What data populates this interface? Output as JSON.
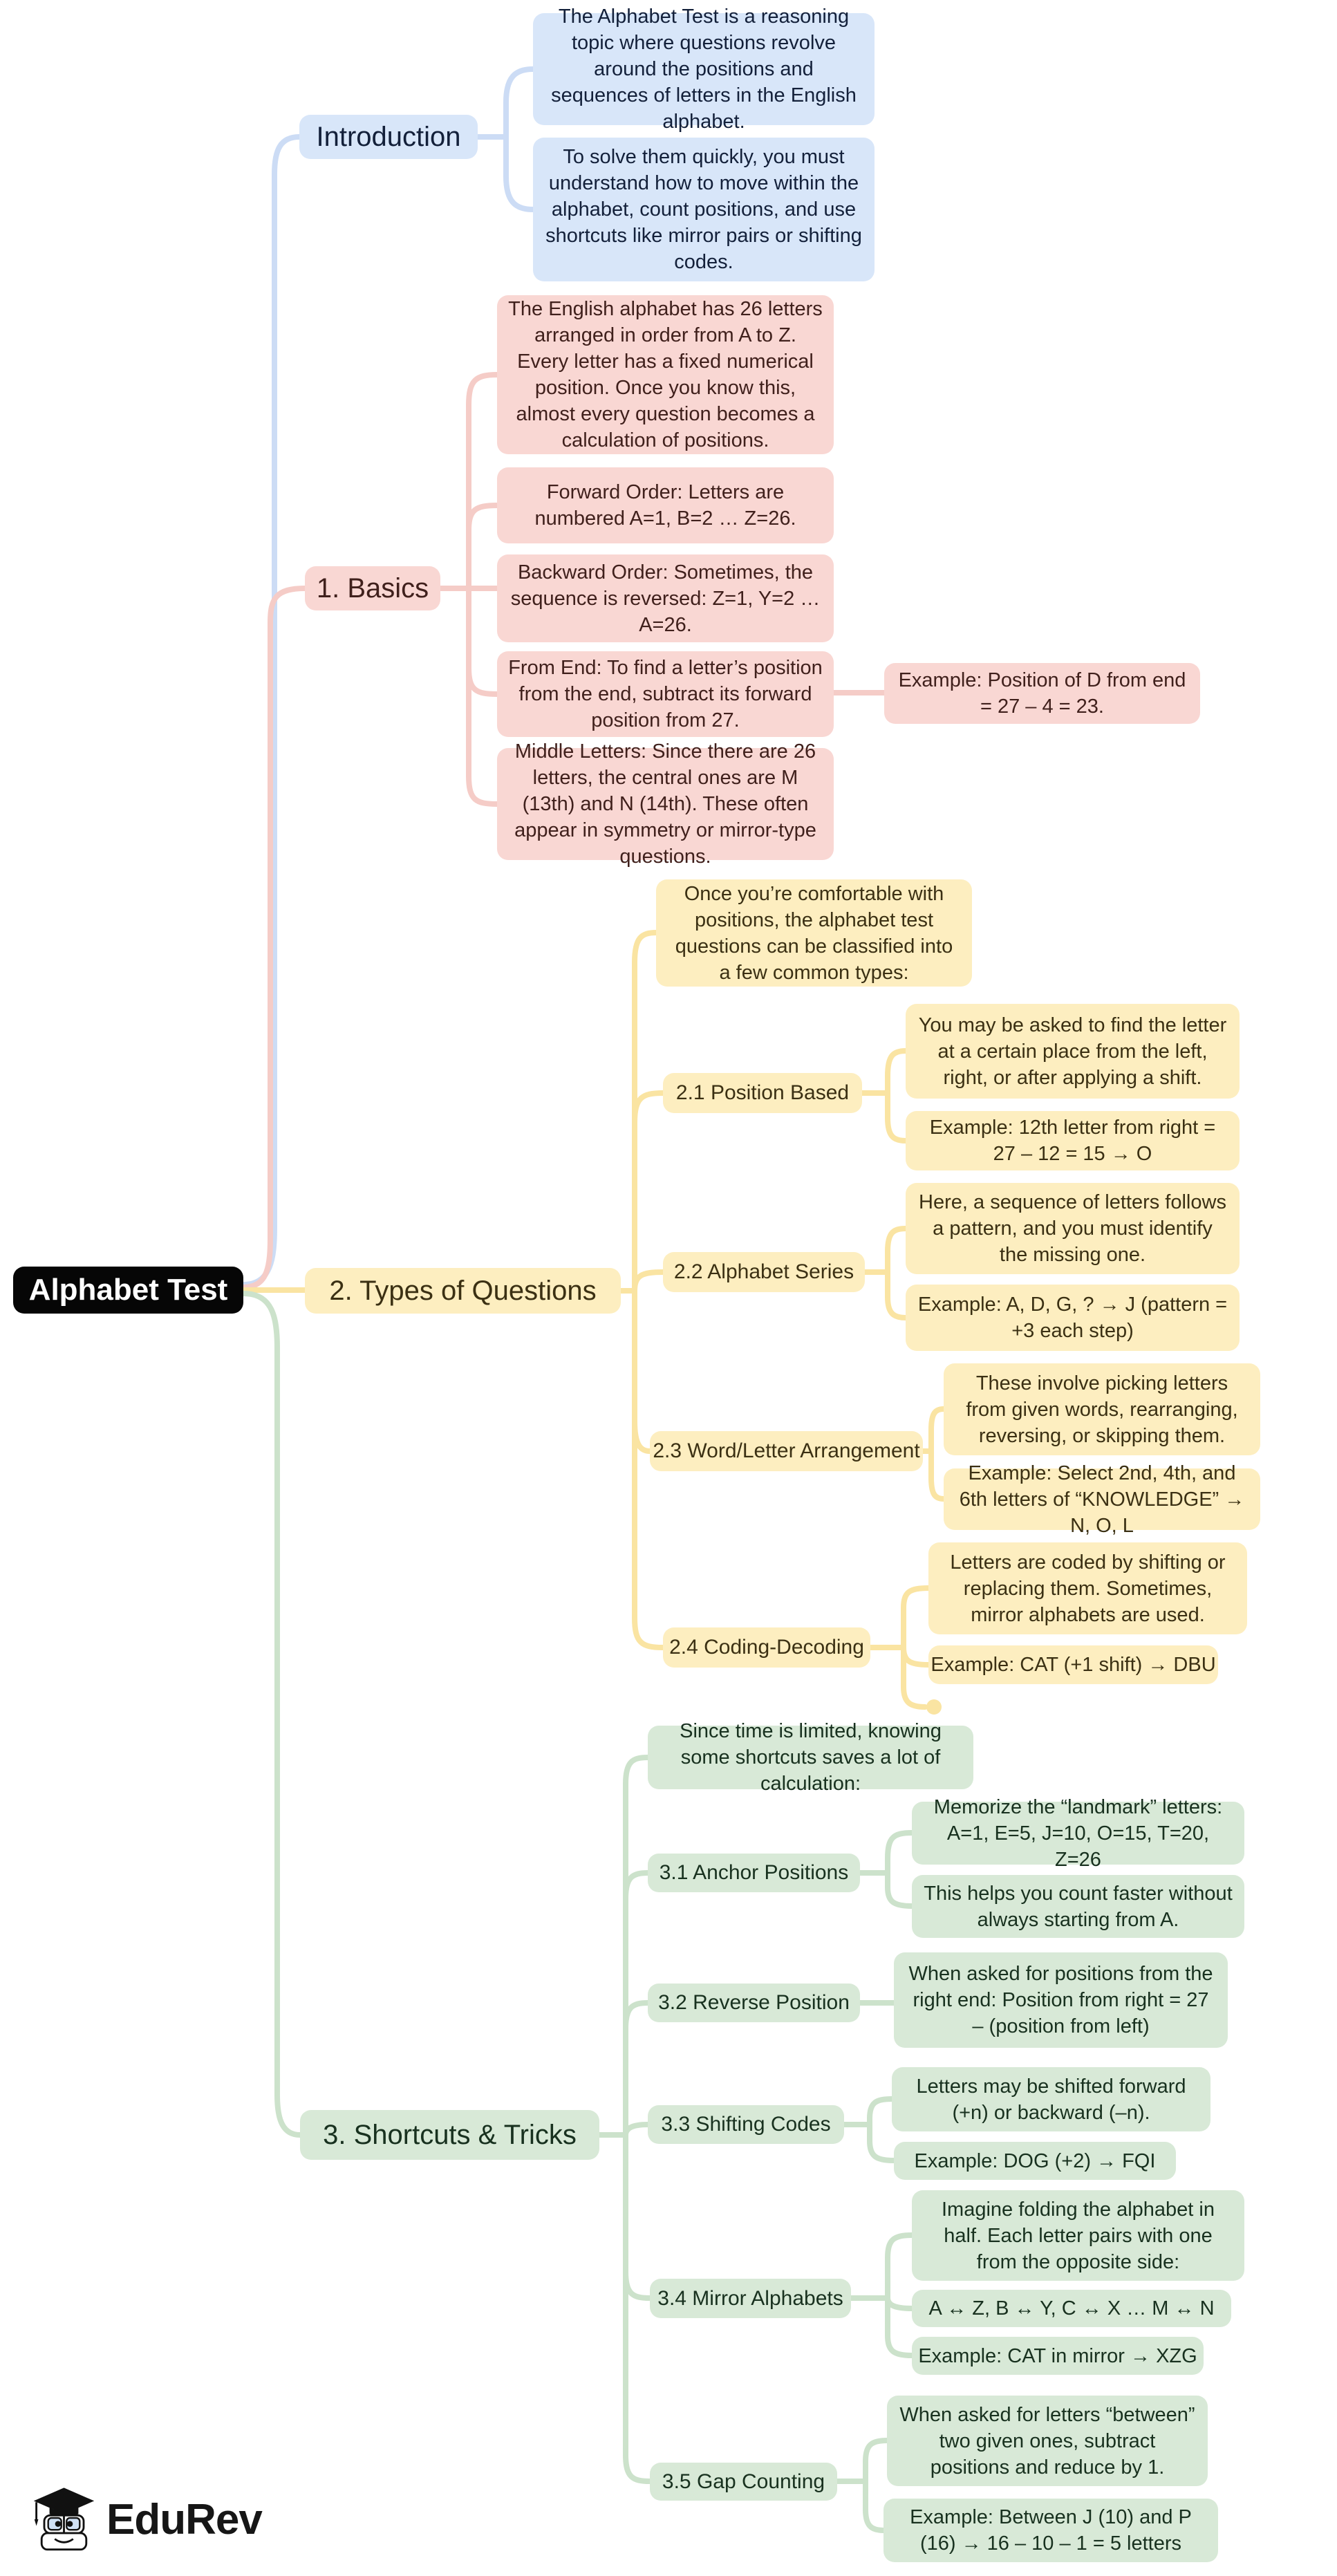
{
  "colors": {
    "root_bg": "#060606",
    "root_text": "#ffffff",
    "blue_fill": "#d8e6f9",
    "blue_line": "#ccdcf5",
    "blue_text": "#13203a",
    "pink_fill": "#f9d7d3",
    "pink_line": "#f5ccc7",
    "pink_text": "#40201c",
    "yellow_fill": "#fdeec0",
    "yellow_line": "#fae4a2",
    "yellow_text": "#3b3013",
    "green_fill": "#d8e9d7",
    "green_line": "#cce2cb",
    "green_text": "#18311f"
  },
  "root": {
    "label": "Alphabet Test"
  },
  "introduction": {
    "label": "Introduction",
    "note1": "The Alphabet Test is a reasoning topic where questions revolve around the positions and sequences of letters in the English alphabet.",
    "note2": "To solve them quickly, you must understand how to move within the alphabet, count positions, and use shortcuts like mirror pairs or shifting codes."
  },
  "basics": {
    "label": "1. Basics",
    "overview": "The English alphabet has 26 letters arranged in order from A to Z. Every letter has a fixed numerical position. Once you know this, almost every question becomes a calculation of positions.",
    "forward": "Forward Order: Letters are numbered A=1, B=2 … Z=26.",
    "backward": "Backward Order: Sometimes, the sequence is reversed: Z=1, Y=2 … A=26.",
    "from_end": "From End: To find a letter’s position from the end, subtract its forward position from 27.",
    "from_end_example": "Example: Position of D from end = 27 – 4 = 23.",
    "middle": "Middle Letters: Since there are 26 letters, the central ones are M (13th) and N (14th). These often appear in symmetry or mirror-type questions."
  },
  "types": {
    "label": "2. Types of Questions",
    "overview": "Once you’re comfortable with positions, the alphabet test questions can be classified into a few common types:",
    "position_based": {
      "label": "2.1 Position Based",
      "desc": "You may be asked to find the letter at a certain place from the left, right, or after applying a shift.",
      "example": "Example: 12th letter from right = 27 – 12 = 15 → O"
    },
    "alphabet_series": {
      "label": "2.2 Alphabet Series",
      "desc": "Here, a sequence of letters follows a pattern, and you must identify the missing one.",
      "example": "Example: A, D, G, ? → J (pattern = +3 each step)"
    },
    "word_letter": {
      "label": "2.3 Word/Letter Arrangement",
      "desc": "These involve picking letters from given words, rearranging, reversing, or skipping them.",
      "example": "Example: Select 2nd, 4th, and 6th letters of “KNOWLEDGE” → N, O, L"
    },
    "coding_decoding": {
      "label": "2.4 Coding-Decoding",
      "desc": "Letters are coded by shifting or replacing them. Sometimes, mirror alphabets are used.",
      "example": "Example: CAT (+1 shift) → DBU"
    }
  },
  "shortcuts": {
    "label": "3. Shortcuts & Tricks",
    "overview": "Since time is limited, knowing some shortcuts saves a lot of calculation:",
    "anchor": {
      "label": "3.1 Anchor Positions",
      "desc": "Memorize the “landmark” letters: A=1, E=5, J=10, O=15, T=20, Z=26",
      "note": "This helps you count faster without always starting from A."
    },
    "reverse": {
      "label": "3.2 Reverse Position",
      "desc": "When asked for positions from the right end: Position from right = 27 – (position from left)"
    },
    "shifting": {
      "label": "3.3 Shifting Codes",
      "desc": "Letters may be shifted forward (+n) or backward (–n).",
      "example": "Example: DOG (+2) → FQI"
    },
    "mirror": {
      "label": "3.4 Mirror Alphabets",
      "desc": "Imagine folding the alphabet in half. Each letter pairs with one from the opposite side:",
      "pairs": "A ↔ Z, B ↔ Y, C ↔ X … M ↔ N",
      "example": "Example: CAT in mirror → XZG"
    },
    "gap": {
      "label": "3.5 Gap Counting",
      "desc": "When asked for letters “between” two given ones, subtract positions and reduce by 1.",
      "example": "Example: Between J (10) and P (16) → 16 – 10 – 1 = 5 letters"
    }
  },
  "footer": {
    "brand": "EduRev"
  }
}
